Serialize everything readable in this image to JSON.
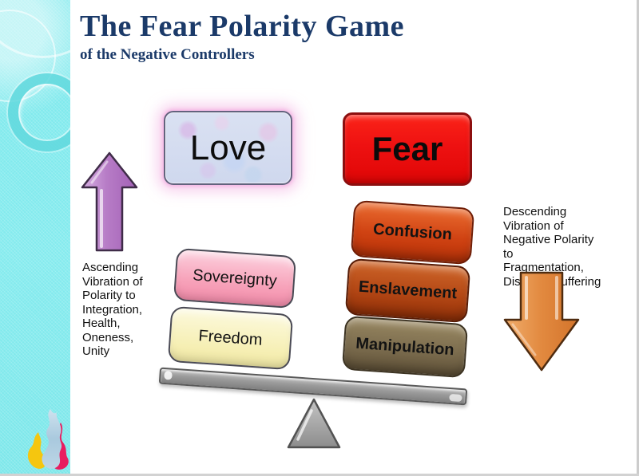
{
  "slide": {
    "title": "The Fear Polarity Game",
    "subtitle": "of the Negative Controllers"
  },
  "diagram": {
    "polarity_labels": {
      "love": "Love",
      "fear": "Fear"
    },
    "left_stack": [
      {
        "label": "Sovereignty"
      },
      {
        "label": "Freedom"
      }
    ],
    "right_stack": [
      {
        "label": "Confusion"
      },
      {
        "label": "Enslavement"
      },
      {
        "label": "Manipulation"
      }
    ],
    "ascending_note_lines": [
      "Ascending",
      "Vibration of",
      "Polarity to",
      "Integration,",
      "Health,",
      "Oneness,",
      "Unity"
    ],
    "descending_note_lines": [
      "Descending",
      "Vibration of",
      "Negative Polarity to",
      "Fragmentation,",
      "Disease, Suffering"
    ]
  },
  "icons": {
    "flame_logo": "flame-logo",
    "ascending_arrow": "up-block-arrow",
    "descending_arrow": "down-block-arrow"
  },
  "colors": {
    "sidebar": "#7de9ec",
    "title_text": "#1b3a69",
    "love_glow": "#f3b0e2",
    "fear_red": "#ee1111",
    "sovereignty_pink": "#f7a3ba",
    "freedom_yellow": "#f6efb4",
    "confusion_orange": "#d04313",
    "enslavement_rust": "#b34715",
    "manipulation_brown": "#7b6c4e",
    "ascending_arrow": "#b77cc6",
    "descending_arrow": "#e2893f",
    "plank_gray": "#9a9a9a"
  }
}
